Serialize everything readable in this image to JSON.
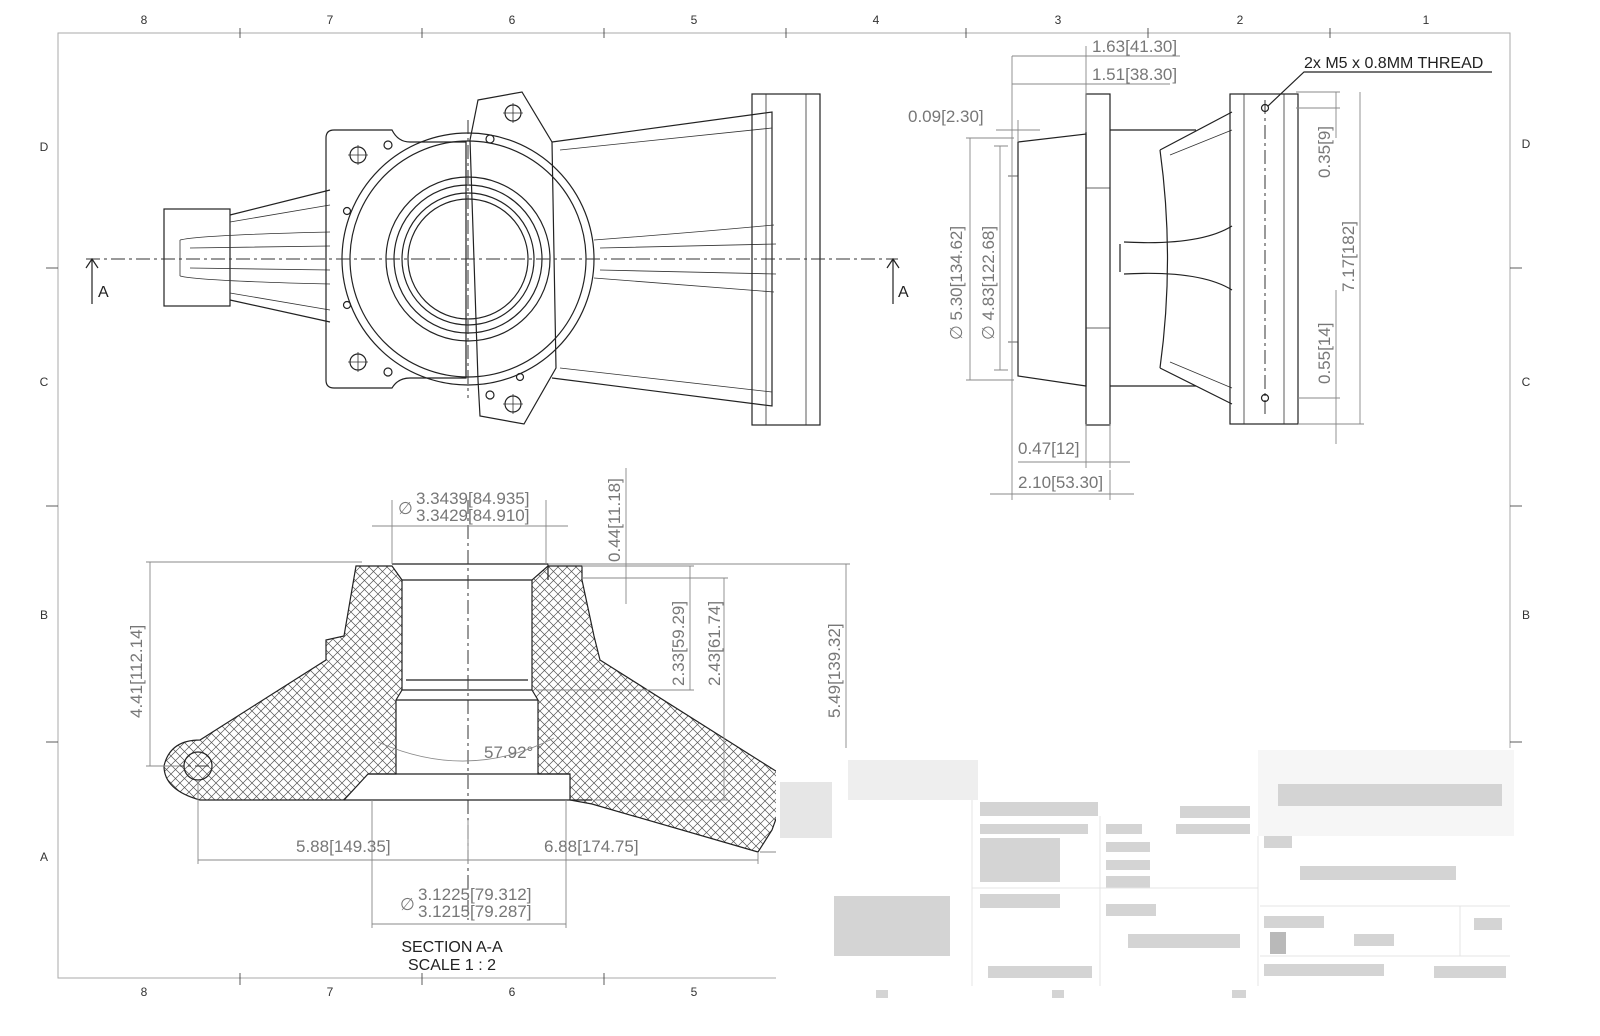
{
  "border_zones": {
    "columns": [
      "8",
      "7",
      "6",
      "5",
      "4",
      "3",
      "2",
      "1"
    ],
    "rows": [
      "D",
      "C",
      "B",
      "A"
    ],
    "bottom_columns": [
      "8",
      "7",
      "6",
      "5"
    ]
  },
  "top_view": {
    "section_marker_left": "A",
    "section_marker_right": "A"
  },
  "side_view": {
    "thread_callout": "2x M5 x 0.8MM THREAD",
    "dims": {
      "d1": "1.63",
      "d1b": "41.30",
      "d2": "1.51",
      "d2b": "38.30",
      "d3": "0.09",
      "d3b": "2.30",
      "d4": "∅ 5.30",
      "d4b": "134.62",
      "d5": "∅ 4.83",
      "d5b": "122.68",
      "d6": "0.35",
      "d6b": "9",
      "d7": "7.17",
      "d7b": "182",
      "d8": "0.55",
      "d8b": "14",
      "d9": "0.47",
      "d9b": "12",
      "d10": "2.10",
      "d10b": "53.30"
    }
  },
  "section_view": {
    "title_line1": "SECTION A-A",
    "title_line2": "SCALE 1 : 2",
    "dims": {
      "bore_symbol": "∅",
      "bore_max": "3.3439",
      "bore_max_mm": "84.935",
      "bore_min": "3.3429",
      "bore_min_mm": "84.910",
      "step": "0.44",
      "step_mm": "11.18",
      "depth1": "2.33",
      "depth1_mm": "59.29",
      "depth2": "2.43",
      "depth2_mm": "61.74",
      "height_left": "4.41",
      "height_left_mm": "112.14",
      "height_right": "5.49",
      "height_right_mm": "139.32",
      "angle": "57.92°",
      "reach_left": "5.88",
      "reach_left_mm": "149.35",
      "reach_right": "6.88",
      "reach_right_mm": "174.75",
      "pilot_symbol": "∅",
      "pilot_max": "3.1225",
      "pilot_max_mm": "79.312",
      "pilot_min": "3.1215",
      "pilot_min_mm": "79.287"
    }
  },
  "colors": {
    "line": "#222222",
    "dimension": "#888888",
    "hatch": "#555555",
    "background": "#ffffff"
  }
}
